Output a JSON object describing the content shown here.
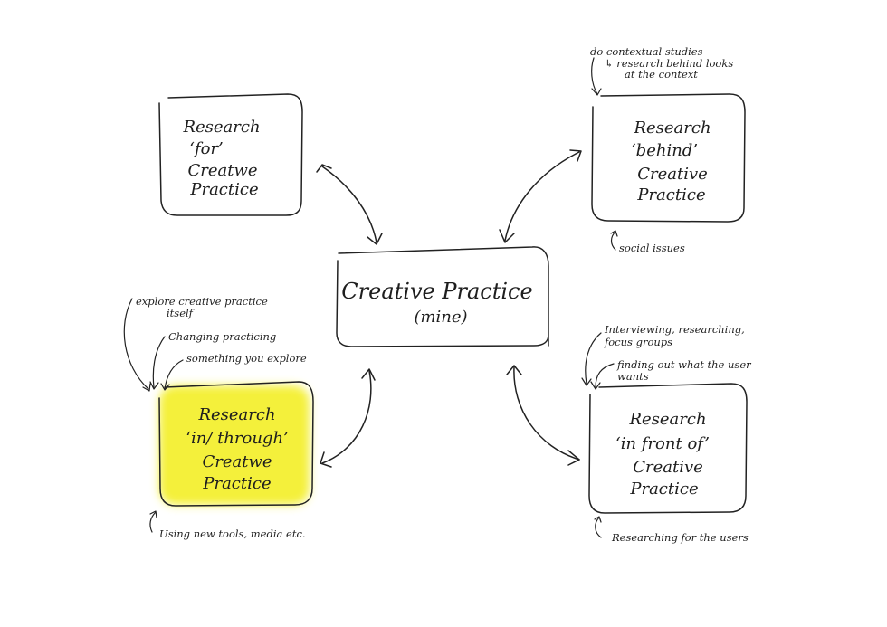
{
  "center": {
    "title": "Creative Practice",
    "subtitle": "(mine)"
  },
  "boxes": {
    "for": {
      "lines": [
        "Research",
        "‘for’",
        "Creatwe",
        "Practice"
      ]
    },
    "behind": {
      "lines": [
        "Research",
        "‘behind’",
        "Creative",
        "Practice"
      ]
    },
    "through": {
      "lines": [
        "Research",
        "‘in/ through’",
        "Creatwe",
        "Practice"
      ],
      "highlight_color": "#f4f03a"
    },
    "front": {
      "lines": [
        "Research",
        "‘in front of’",
        "Creative",
        "Practice"
      ]
    }
  },
  "notes": {
    "behind_top": [
      "do contextual studies",
      "↳ research behind looks",
      "at the context"
    ],
    "behind_bottom": "social issues",
    "through_top_1": [
      "explore creative practice",
      "itself"
    ],
    "through_top_2": "Changing practicing",
    "through_top_3": "something you explore",
    "through_bottom": "Using new tools, media etc.",
    "front_top_1": [
      "Interviewing, researching,",
      "focus groups"
    ],
    "front_top_2": [
      "finding out what the user",
      "wants"
    ],
    "front_bottom": "Researching for the users"
  },
  "colors": {
    "ink": "#1e1e1e",
    "highlight": "#f4f03a"
  }
}
